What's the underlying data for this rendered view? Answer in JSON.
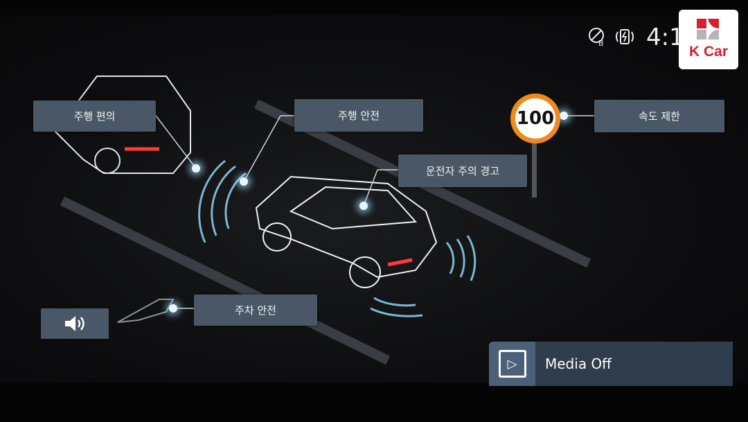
{
  "status": {
    "icons": [
      "bluetooth-off-icon",
      "wireless-charging-icon"
    ],
    "clock": "4:1"
  },
  "watermark": {
    "brand": "K Car",
    "accent": "#d4202f"
  },
  "labels": {
    "driving_convenience": "주행 편의",
    "driving_safety": "주행 안전",
    "driver_attention_warning": "운전자 주의 경고",
    "speed_limit": "속도 제한",
    "parking_safety": "주차 안전"
  },
  "speed_sign": {
    "value": "100",
    "ring_color": "#f08a1c"
  },
  "media": {
    "label": "Media Off",
    "icon": "play-icon"
  },
  "sound": {
    "icon": "speaker-icon"
  }
}
